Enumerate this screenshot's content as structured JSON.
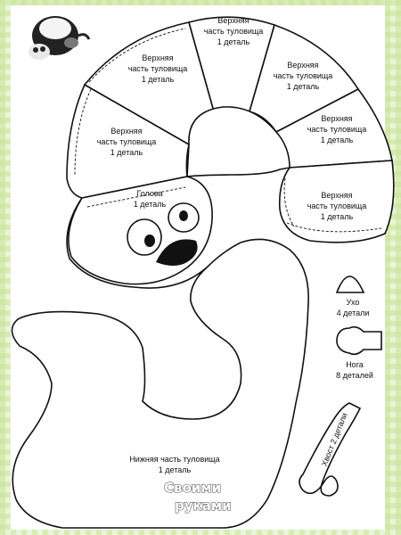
{
  "background_color": "#cfe8a8",
  "pieces": {
    "upper_1": {
      "line1": "Верхняя",
      "line2": "часть туловища",
      "line3": "1 деталь"
    },
    "upper_2": {
      "line1": "Верхняя",
      "line2": "часть туловища",
      "line3": "1 деталь"
    },
    "upper_3": {
      "line1": "Верхняя",
      "line2": "часть туловища",
      "line3": "1 деталь"
    },
    "upper_4": {
      "line1": "Верхняя",
      "line2": "часть туловища",
      "line3": "1 деталь"
    },
    "upper_5": {
      "line1": "Верхняя",
      "line2": "часть туловища",
      "line3": "1 деталь"
    },
    "upper_6": {
      "line1": "Верхняя",
      "line2": "часть туловища",
      "line3": "1 деталь"
    },
    "head": {
      "line1": "Голова",
      "line2": "1 деталь"
    },
    "ear": {
      "line1": "Ухо",
      "line2": "4 детали"
    },
    "leg": {
      "line1": "Нога",
      "line2": "8 деталей"
    },
    "tail": {
      "line1": "Хвост 2 детали"
    },
    "lower": {
      "line1": "Нижняя часть туловища",
      "line2": "1 деталь"
    }
  },
  "watermark": {
    "line1": "Своими",
    "line2": "руками"
  },
  "photo_icon": "plush-toy-photo"
}
